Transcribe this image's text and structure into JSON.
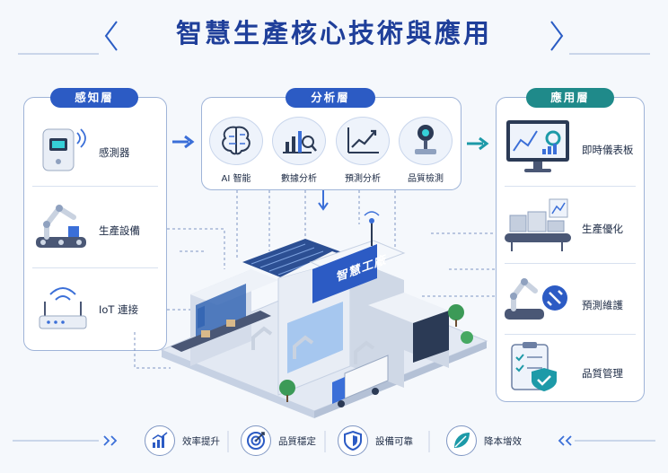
{
  "title": "智慧生產核心技術與應用",
  "sensing_layer": {
    "label": "感知層",
    "items": [
      {
        "label": "感測器",
        "icon": "sensor-icon"
      },
      {
        "label": "生產設備",
        "icon": "robot-arm-icon"
      },
      {
        "label": "IoT 連接",
        "icon": "router-icon"
      }
    ]
  },
  "analysis_layer": {
    "label": "分析層",
    "items": [
      {
        "label": "AI 智能",
        "icon": "brain-icon"
      },
      {
        "label": "數據分析",
        "icon": "bar-chart-magnifier-icon"
      },
      {
        "label": "預測分析",
        "icon": "trend-line-icon"
      },
      {
        "label": "品質檢測",
        "icon": "inspection-camera-icon"
      }
    ]
  },
  "application_layer": {
    "label": "應用層",
    "items": [
      {
        "label": "即時儀表板",
        "icon": "dashboard-monitor-icon"
      },
      {
        "label": "生產優化",
        "icon": "conveyor-boxes-icon"
      },
      {
        "label": "預測維護",
        "icon": "maintenance-robot-icon"
      },
      {
        "label": "品質管理",
        "icon": "checklist-shield-icon"
      }
    ]
  },
  "factory": {
    "sign": "智慧工廠"
  },
  "benefits": [
    {
      "label": "效率提升",
      "icon": "growth-chart-icon"
    },
    {
      "label": "品質穩定",
      "icon": "target-icon"
    },
    {
      "label": "設備可靠",
      "icon": "shield-icon"
    },
    {
      "label": "降本增效",
      "icon": "leaf-icon"
    }
  ],
  "colors": {
    "title": "#1f3f9a",
    "sensing": "#2c5bc4",
    "analysis": "#2c5bc4",
    "application": "#1f8a8a",
    "accent": "#1d9aa8"
  }
}
